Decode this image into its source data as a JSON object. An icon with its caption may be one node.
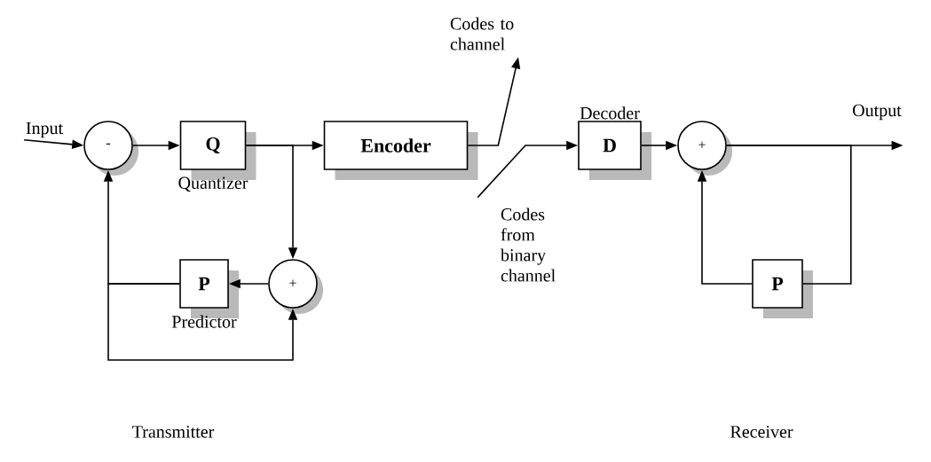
{
  "diagram": {
    "nodes": [
      {
        "text": [
          "Input"
        ]
      },
      {
        "text": [
          "-"
        ]
      },
      {
        "text": [
          "Q"
        ],
        "beside": [
          "Quantizer"
        ]
      },
      {
        "text": [
          "Encoder"
        ]
      },
      {
        "text": [
          "Codes to channel"
        ]
      },
      {
        "text": [
          "P"
        ],
        "beside": [
          "Predictor"
        ]
      },
      {
        "text": [
          "+"
        ]
      },
      {
        "text": [
          "Codes from binary channel"
        ]
      },
      {
        "text": [
          "D"
        ],
        "beside": [
          "Decoder"
        ]
      },
      {
        "text": [
          "+"
        ]
      },
      {
        "text": [
          "P"
        ]
      },
      {
        "text": [
          "Output"
        ]
      }
    ],
    "edges": [
      {
        "from": 0,
        "to": 1,
        "arrow": "to"
      },
      {
        "from": 1,
        "to": 2,
        "arrow": "to"
      },
      {
        "from": 2,
        "to": 3,
        "arrow": "to"
      },
      {
        "from": 2,
        "to": 6,
        "arrow": "to"
      },
      {
        "from": 3,
        "to": 4,
        "arrow": "to"
      },
      {
        "from": 6,
        "to": 5,
        "arrow": "to"
      },
      {
        "from": 5,
        "to": 1,
        "arrow": "to"
      },
      {
        "from": 5,
        "to": 6,
        "arrow": "to"
      },
      {
        "from": 7,
        "to": 8,
        "arrow": "to"
      },
      {
        "from": 8,
        "to": 9,
        "arrow": "to"
      },
      {
        "from": 9,
        "to": 11,
        "arrow": "to"
      },
      {
        "from": 9,
        "to": 10,
        "arrow": "none"
      },
      {
        "from": 10,
        "to": 9,
        "arrow": "to"
      }
    ],
    "labels": [
      "Transmitter",
      "Receiver"
    ]
  }
}
